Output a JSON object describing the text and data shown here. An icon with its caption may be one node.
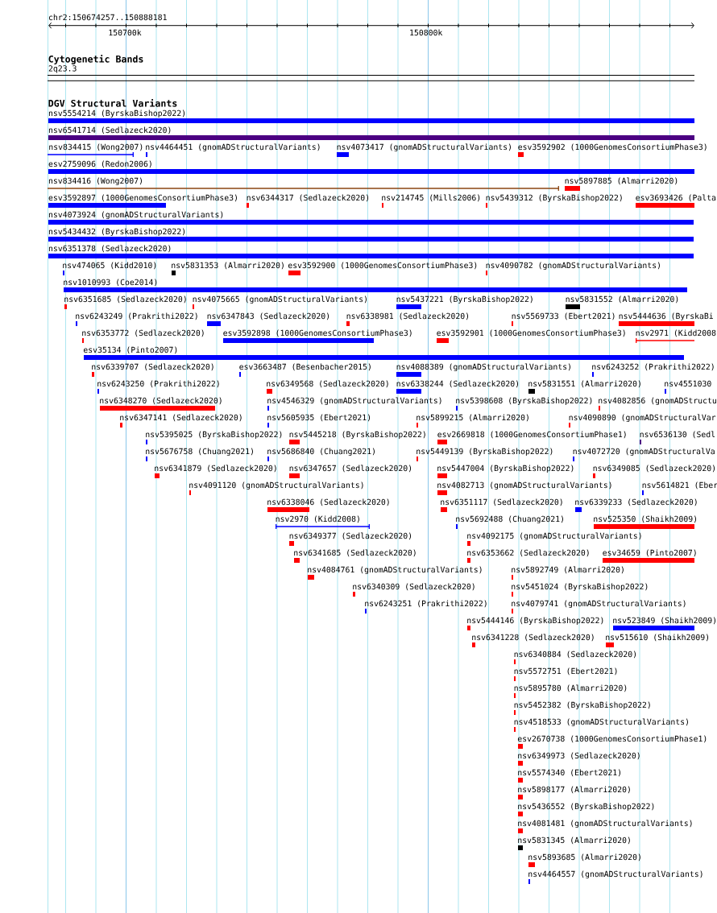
{
  "diagram": {
    "labels": [
      "chr2:150674257..150888181",
      "150700k",
      "150800k",
      "Cytogenetic Bands",
      "DGV Structural Variants"
    ],
    "nodes": [
      {
        "text": [
          "2q23.3"
        ]
      },
      {
        "text": [
          "nsv5554214 (ByrskaBishop2022)"
        ]
      },
      {
        "text": [
          "nsv6541714 (Sedlazeck2020)"
        ]
      },
      {
        "text": [
          "nsv834415 (Wong2007)"
        ]
      },
      {
        "text": [
          "nsv4464451 (gnomADStructuralVariants)"
        ]
      },
      {
        "text": [
          "nsv4073417 (gnomADStructuralVariants)"
        ]
      },
      {
        "text": [
          "esv3592902 (1000GenomesConsortiumPhase3)"
        ]
      },
      {
        "text": [
          "esv2759096 (Redon2006)"
        ]
      },
      {
        "text": [
          "nsv834416 (Wong2007)"
        ]
      },
      {
        "text": [
          "nsv5897885 (Almarri2020)"
        ]
      },
      {
        "text": [
          "esv3592897 (1000GenomesConsortiumPhase3)"
        ]
      },
      {
        "text": [
          "nsv6344317 (Sedlazeck2020)"
        ]
      },
      {
        "text": [
          "nsv214745 (Mills2006)"
        ]
      },
      {
        "text": [
          "nsv5439312 (ByrskaBishop2022)"
        ]
      },
      {
        "text": [
          "esv3693426 (Palta"
        ]
      },
      {
        "text": [
          "nsv4073924 (gnomADStructuralVariants)"
        ]
      },
      {
        "text": [
          "nsv5434432 (ByrskaBishop2022)"
        ]
      },
      {
        "text": [
          "nsv6351378 (Sedlazeck2020)"
        ]
      },
      {
        "text": [
          "nsv474065 (Kidd2010)"
        ]
      },
      {
        "text": [
          "nsv5831353 (Almarri2020)"
        ]
      },
      {
        "text": [
          "esv3592900 (1000GenomesConsortiumPhase3)"
        ]
      },
      {
        "text": [
          "nsv4090782 (gnomADStructuralVariants)"
        ]
      },
      {
        "text": [
          "nsv1010993 (Coe2014)"
        ]
      },
      {
        "text": [
          "nsv6351685 (Sedlazeck2020)"
        ]
      },
      {
        "text": [
          "nsv4075665 (gnomADStructuralVariants)"
        ]
      },
      {
        "text": [
          "nsv5437221 (ByrskaBishop2022)"
        ]
      },
      {
        "text": [
          "nsv5831552 (Almarri2020)"
        ]
      },
      {
        "text": [
          "nsv6243249 (Prakrithi2022)"
        ]
      },
      {
        "text": [
          "nsv6347843 (Sedlazeck2020)"
        ]
      },
      {
        "text": [
          "nsv6338981 (Sedlazeck2020)"
        ]
      },
      {
        "text": [
          "nsv5569733 (Ebert2021)"
        ]
      },
      {
        "text": [
          "nsv5444636 (ByrskaBi"
        ]
      },
      {
        "text": [
          "nsv6353772 (Sedlazeck2020)"
        ]
      },
      {
        "text": [
          "esv3592898 (1000GenomesConsortiumPhase3)"
        ]
      },
      {
        "text": [
          "esv3592901 (1000GenomesConsortiumPhase3)"
        ]
      },
      {
        "text": [
          "nsv2971 (Kidd2008"
        ]
      },
      {
        "text": [
          "esv35134 (Pinto2007)"
        ]
      },
      {
        "text": [
          "nsv6339707 (Sedlazeck2020)"
        ]
      },
      {
        "text": [
          "esv3663487 (Besenbacher2015)"
        ]
      },
      {
        "text": [
          "nsv4088389 (gnomADStructuralVariants)"
        ]
      },
      {
        "text": [
          "nsv6243252 (Prakrithi2022)"
        ]
      },
      {
        "text": [
          "nsv6243250 (Prakrithi2022)"
        ]
      },
      {
        "text": [
          "nsv6349568 (Sedlazeck2020)"
        ]
      },
      {
        "text": [
          "nsv6338244 (Sedlazeck2020)"
        ]
      },
      {
        "text": [
          "nsv5831551 (Almarri2020)"
        ]
      },
      {
        "text": [
          "nsv4551030"
        ]
      },
      {
        "text": [
          "nsv6348270 (Sedlazeck2020)"
        ]
      },
      {
        "text": [
          "nsv4546329 (gnomADStructuralVariants)"
        ]
      },
      {
        "text": [
          "nsv5398608 (ByrskaBishop2022)"
        ]
      },
      {
        "text": [
          "nsv4082856 (gnomADStructu"
        ]
      },
      {
        "text": [
          "nsv6347141 (Sedlazeck2020)"
        ]
      },
      {
        "text": [
          "nsv5605935 (Ebert2021)"
        ]
      },
      {
        "text": [
          "nsv5899215 (Almarri2020)"
        ]
      },
      {
        "text": [
          "nsv4090890 (gnomADStructuralVar"
        ]
      },
      {
        "text": [
          "nsv5395025 (ByrskaBishop2022)"
        ]
      },
      {
        "text": [
          "nsv5445218 (ByrskaBishop2022)"
        ]
      },
      {
        "text": [
          "esv2669818 (1000GenomesConsortiumPhase1)"
        ]
      },
      {
        "text": [
          "nsv6536130 (Sedl"
        ]
      },
      {
        "text": [
          "nsv5676758 (Chuang2021)"
        ]
      },
      {
        "text": [
          "nsv5686840 (Chuang2021)"
        ]
      },
      {
        "text": [
          "nsv5449139 (ByrskaBishop2022)"
        ]
      },
      {
        "text": [
          "nsv4072720 (gnomADStructuralVa"
        ]
      },
      {
        "text": [
          "nsv6341879 (Sedlazeck2020)"
        ]
      },
      {
        "text": [
          "nsv6347657 (Sedlazeck2020)"
        ]
      },
      {
        "text": [
          "nsv5447004 (ByrskaBishop2022)"
        ]
      },
      {
        "text": [
          "nsv6349085 (Sedlazeck2020)"
        ]
      },
      {
        "text": [
          "nsv4091120 (gnomADStructuralVariants)"
        ]
      },
      {
        "text": [
          "nsv4082713 (gnomADStructuralVariants)"
        ]
      },
      {
        "text": [
          "nsv5614821 (Eber"
        ]
      },
      {
        "text": [
          "nsv6338046 (Sedlazeck2020)"
        ]
      },
      {
        "text": [
          "nsv6351117 (Sedlazeck2020)"
        ]
      },
      {
        "text": [
          "nsv6339233 (Sedlazeck2020)"
        ]
      },
      {
        "text": [
          "nsv2970 (Kidd2008)"
        ]
      },
      {
        "text": [
          "nsv5692488 (Chuang2021)"
        ]
      },
      {
        "text": [
          "nsv525350 (Shaikh2009)"
        ]
      },
      {
        "text": [
          "nsv6349377 (Sedlazeck2020)"
        ]
      },
      {
        "text": [
          "nsv4092175 (gnomADStructuralVariants)"
        ]
      },
      {
        "text": [
          "nsv6341685 (Sedlazeck2020)"
        ]
      },
      {
        "text": [
          "nsv6353662 (Sedlazeck2020)"
        ]
      },
      {
        "text": [
          "esv34659 (Pinto2007)"
        ]
      },
      {
        "text": [
          "nsv4084761 (gnomADStructuralVariants)"
        ]
      },
      {
        "text": [
          "nsv5892749 (Almarri2020)"
        ]
      },
      {
        "text": [
          "nsv6340309 (Sedlazeck2020)"
        ]
      },
      {
        "text": [
          "nsv5451024 (ByrskaBishop2022)"
        ]
      },
      {
        "text": [
          "nsv6243251 (Prakrithi2022)"
        ]
      },
      {
        "text": [
          "nsv4079741 (gnomADStructuralVariants)"
        ]
      },
      {
        "text": [
          "nsv5444146 (ByrskaBishop2022)"
        ]
      },
      {
        "text": [
          "nsv523849 (Shaikh2009)"
        ]
      },
      {
        "text": [
          "nsv6341228 (Sedlazeck2020)"
        ]
      },
      {
        "text": [
          "nsv515610 (Shaikh2009)"
        ]
      },
      {
        "text": [
          "nsv6340884 (Sedlazeck2020)"
        ]
      },
      {
        "text": [
          "nsv5572751 (Ebert2021)"
        ]
      },
      {
        "text": [
          "nsv5895780 (Almarri2020)"
        ]
      },
      {
        "text": [
          "nsv5452382 (ByrskaBishop2022)"
        ]
      },
      {
        "text": [
          "nsv4518533 (gnomADStructuralVariants)"
        ]
      },
      {
        "text": [
          "esv2670738 (1000GenomesConsortiumPhase1)"
        ]
      },
      {
        "text": [
          "nsv6349973 (Sedlazeck2020)"
        ]
      },
      {
        "text": [
          "nsv5574340 (Ebert2021)"
        ]
      },
      {
        "text": [
          "nsv5898177 (Almarri2020)"
        ]
      },
      {
        "text": [
          "nsv5436552 (ByrskaBishop2022)"
        ]
      },
      {
        "text": [
          "nsv4081481 (gnomADStructuralVariants)"
        ]
      },
      {
        "text": [
          "nsv5831345 (Almarri2020)"
        ]
      },
      {
        "text": [
          "nsv5893685 (Almarri2020)"
        ]
      },
      {
        "text": [
          "nsv4464557 (gnomADStructuralVariants)"
        ]
      }
    ]
  }
}
